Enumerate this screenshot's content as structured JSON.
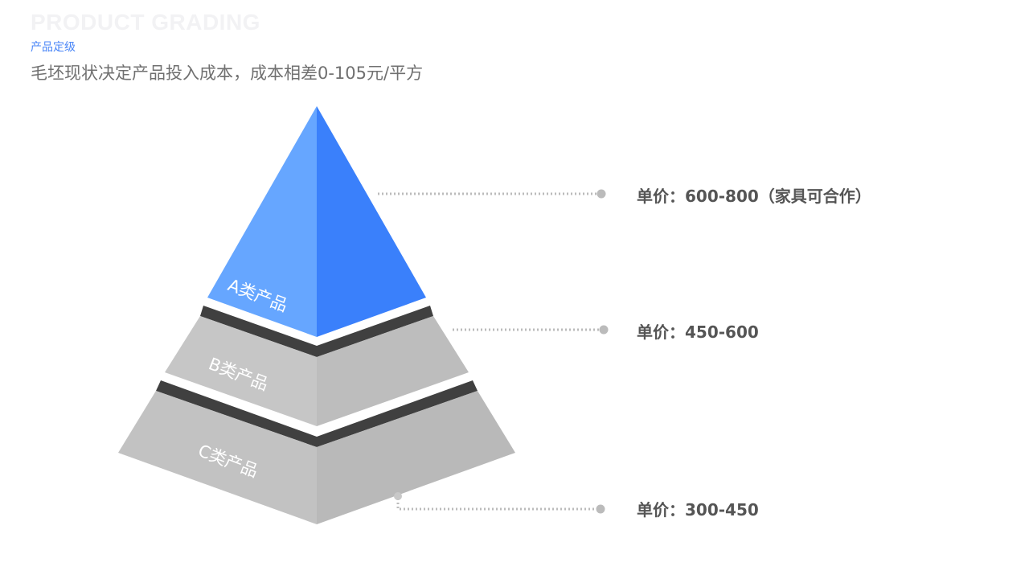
{
  "watermark": "PRODUCT GRADING",
  "section_tag": "产品定级",
  "subtitle": "毛坯现状决定产品投入成本，成本相差0-105元/平方",
  "tiers": [
    {
      "label": "A类产品",
      "price": "单价：600-800（家具可合作）",
      "color_left": "#66a6ff",
      "color_right": "#3a80fb"
    },
    {
      "label": "B类产品",
      "price": "单价：450-600",
      "color_left": "#c6c6c6",
      "color_right": "#bdbdbd"
    },
    {
      "label": "C类产品",
      "price": "单价：300-450",
      "color_left": "#c2c2c2",
      "color_right": "#b9b9b9"
    }
  ]
}
